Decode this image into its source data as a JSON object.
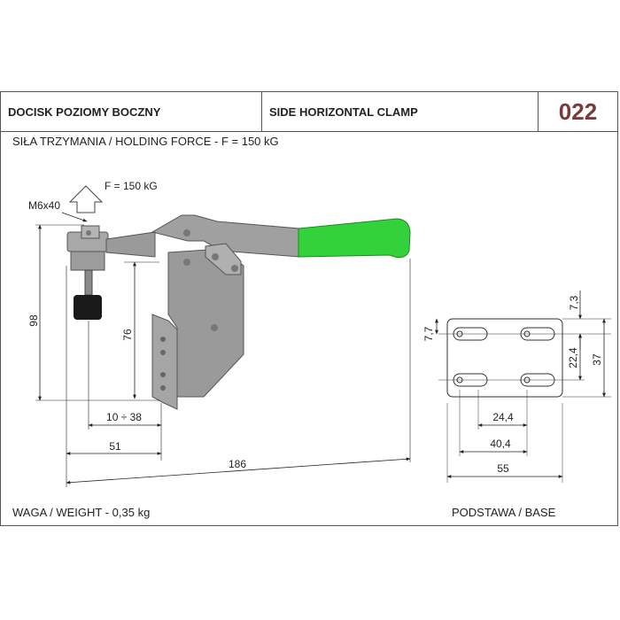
{
  "header": {
    "title_pl": "DOCISK POZIOMY BOCZNY",
    "title_en": "SIDE HORIZONTAL CLAMP",
    "code": "022"
  },
  "force_line": "SIŁA TRZYMANIA / HOLDING FORCE - F = 150 kG",
  "weight_line": "WAGA / WEIGHT - 0,35 kg",
  "base_label": "PODSTAWA / BASE",
  "drawing": {
    "force_label": "F = 150 kG",
    "screw_label": "M6x40",
    "dim_98": "98",
    "dim_76": "76",
    "dim_range": "10 ÷ 38",
    "dim_51": "51",
    "dim_186": "186"
  },
  "base_drawing": {
    "dim_7_3": "7,3",
    "dim_7_7": "7,7",
    "dim_22_4": "22,4",
    "dim_37": "37",
    "dim_24_4": "24,4",
    "dim_40_4": "40,4",
    "dim_55": "55"
  },
  "colors": {
    "handle": "#33d23a",
    "body": "#9a9a9a",
    "line": "#222222"
  }
}
